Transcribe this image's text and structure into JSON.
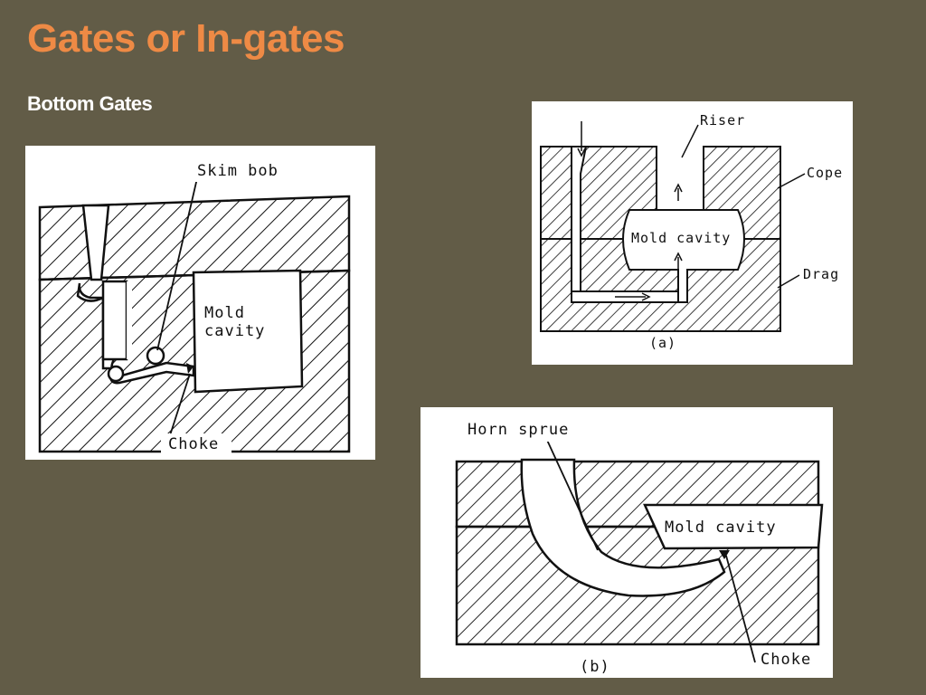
{
  "slide": {
    "title": "Gates or In-gates",
    "subtitle": "Bottom Gates"
  },
  "figure_left": {
    "labels": {
      "skim_bob": "Skim bob",
      "mold_cavity_line1": "Mold",
      "mold_cavity_line2": "cavity",
      "choke": "Choke"
    }
  },
  "figure_a": {
    "labels": {
      "riser": "Riser",
      "cope": "Cope",
      "drag": "Drag",
      "mold_cavity": "Mold cavity",
      "caption": "(a)"
    }
  },
  "figure_b": {
    "labels": {
      "horn_sprue": "Horn sprue",
      "mold_cavity": "Mold cavity",
      "choke": "Choke",
      "caption": "(b)"
    }
  },
  "colors": {
    "background": "#625c47",
    "title": "#ee8a45",
    "subtitle": "#ffffff",
    "panel": "#ffffff",
    "ink": "#111111"
  }
}
